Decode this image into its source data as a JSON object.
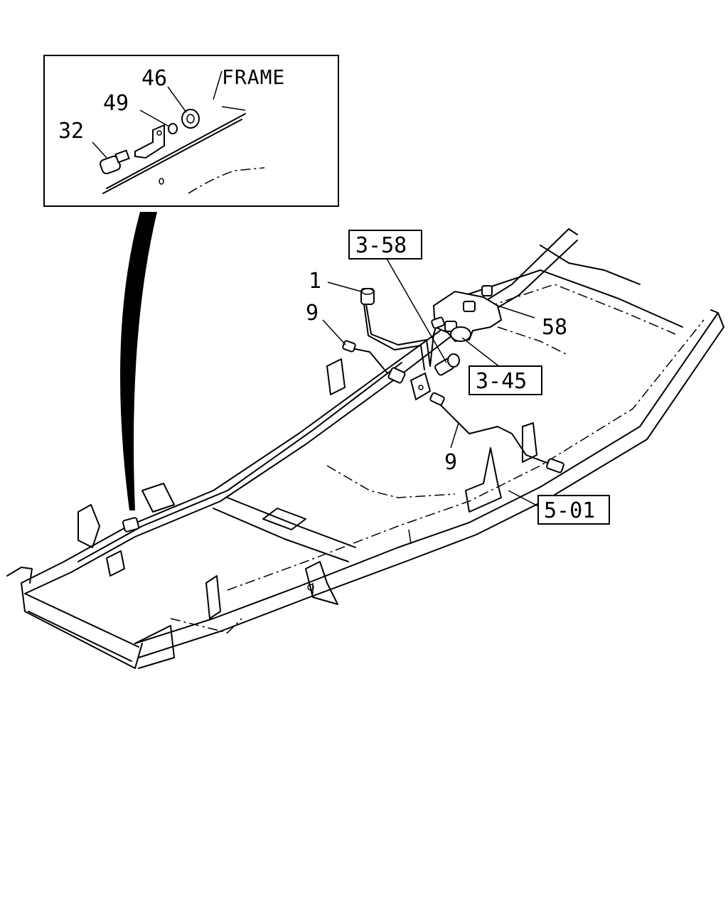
{
  "diagram": {
    "inset": {
      "frame_label": "FRAME",
      "callouts": {
        "c46": "46",
        "c49": "49",
        "c32": "32"
      }
    },
    "callouts": {
      "c1": "1",
      "c9_upper": "9",
      "c9_lower": "9",
      "c58": "58"
    },
    "reference_boxes": {
      "r358": "3-58",
      "r345": "3-45",
      "r501": "5-01"
    }
  }
}
